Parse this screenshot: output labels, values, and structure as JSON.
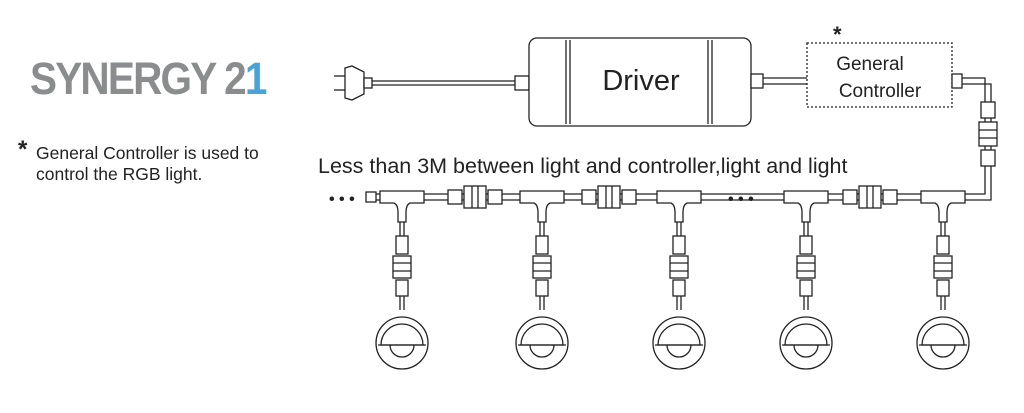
{
  "logo": {
    "main": "SYNERGY 2",
    "accent": "1",
    "accent_color": "#4aa3d8",
    "main_color": "#8a8c8e"
  },
  "note": {
    "star": "*",
    "text": "General Controller  is used to control the RGB light."
  },
  "driver": {
    "label": "Driver"
  },
  "controller": {
    "star": "*",
    "line1": "General",
    "line2": "Controller"
  },
  "distance_note": "Less than 3M between light and controller,light and light",
  "ellipsis": "• • •",
  "light_count": 5
}
